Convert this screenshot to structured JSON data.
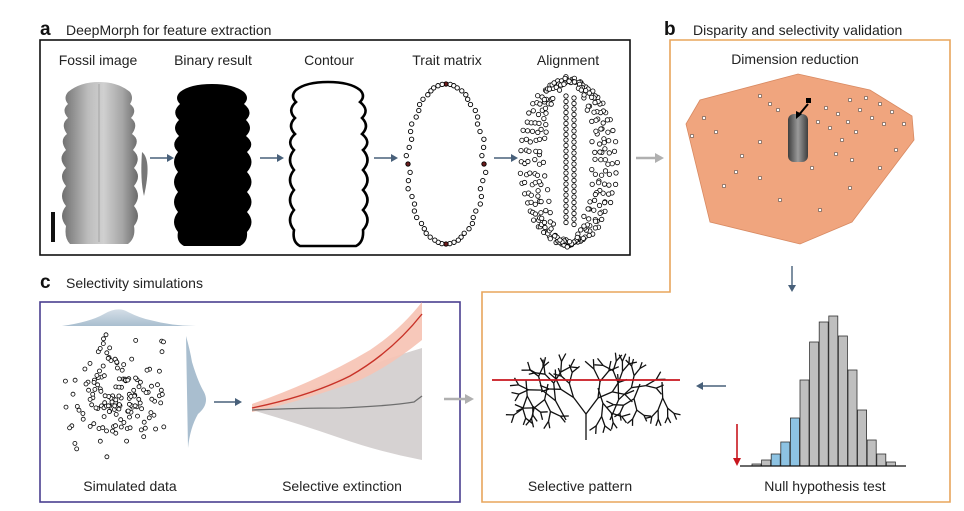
{
  "panel_a": {
    "letter": "a",
    "title": "DeepMorph for feature extraction",
    "steps": [
      "Fossil image",
      "Binary result",
      "Contour",
      "Trait matrix",
      "Alignment"
    ]
  },
  "panel_b": {
    "letter": "b",
    "title": "Disparity and selectivity validation",
    "upper_label": "Dimension reduction",
    "lower_labels": [
      "Selective pattern",
      "Null hypothesis test"
    ]
  },
  "panel_c": {
    "letter": "c",
    "title": "Selectivity simulations",
    "labels": [
      "Simulated data",
      "Selective extinction"
    ]
  },
  "colors": {
    "panel_b_border": "#E8A55C",
    "panel_c_border": "#4A3F8F",
    "hull_fill": "#F0A57E",
    "selective_band": "#F6C3B4",
    "selective_line": "#C83228",
    "background_band": "#D6D2D2",
    "background_line": "#6E6E6E",
    "histogram_bar": "#BFBFBF",
    "histogram_highlight": "#8DC3E3",
    "observed_arrow": "#C8161E",
    "density_fill": "#A9BECF",
    "arrow": "#48607A"
  },
  "icons": [
    "arrow-right-icon",
    "arrow-down-icon",
    "arrow-left-icon"
  ]
}
